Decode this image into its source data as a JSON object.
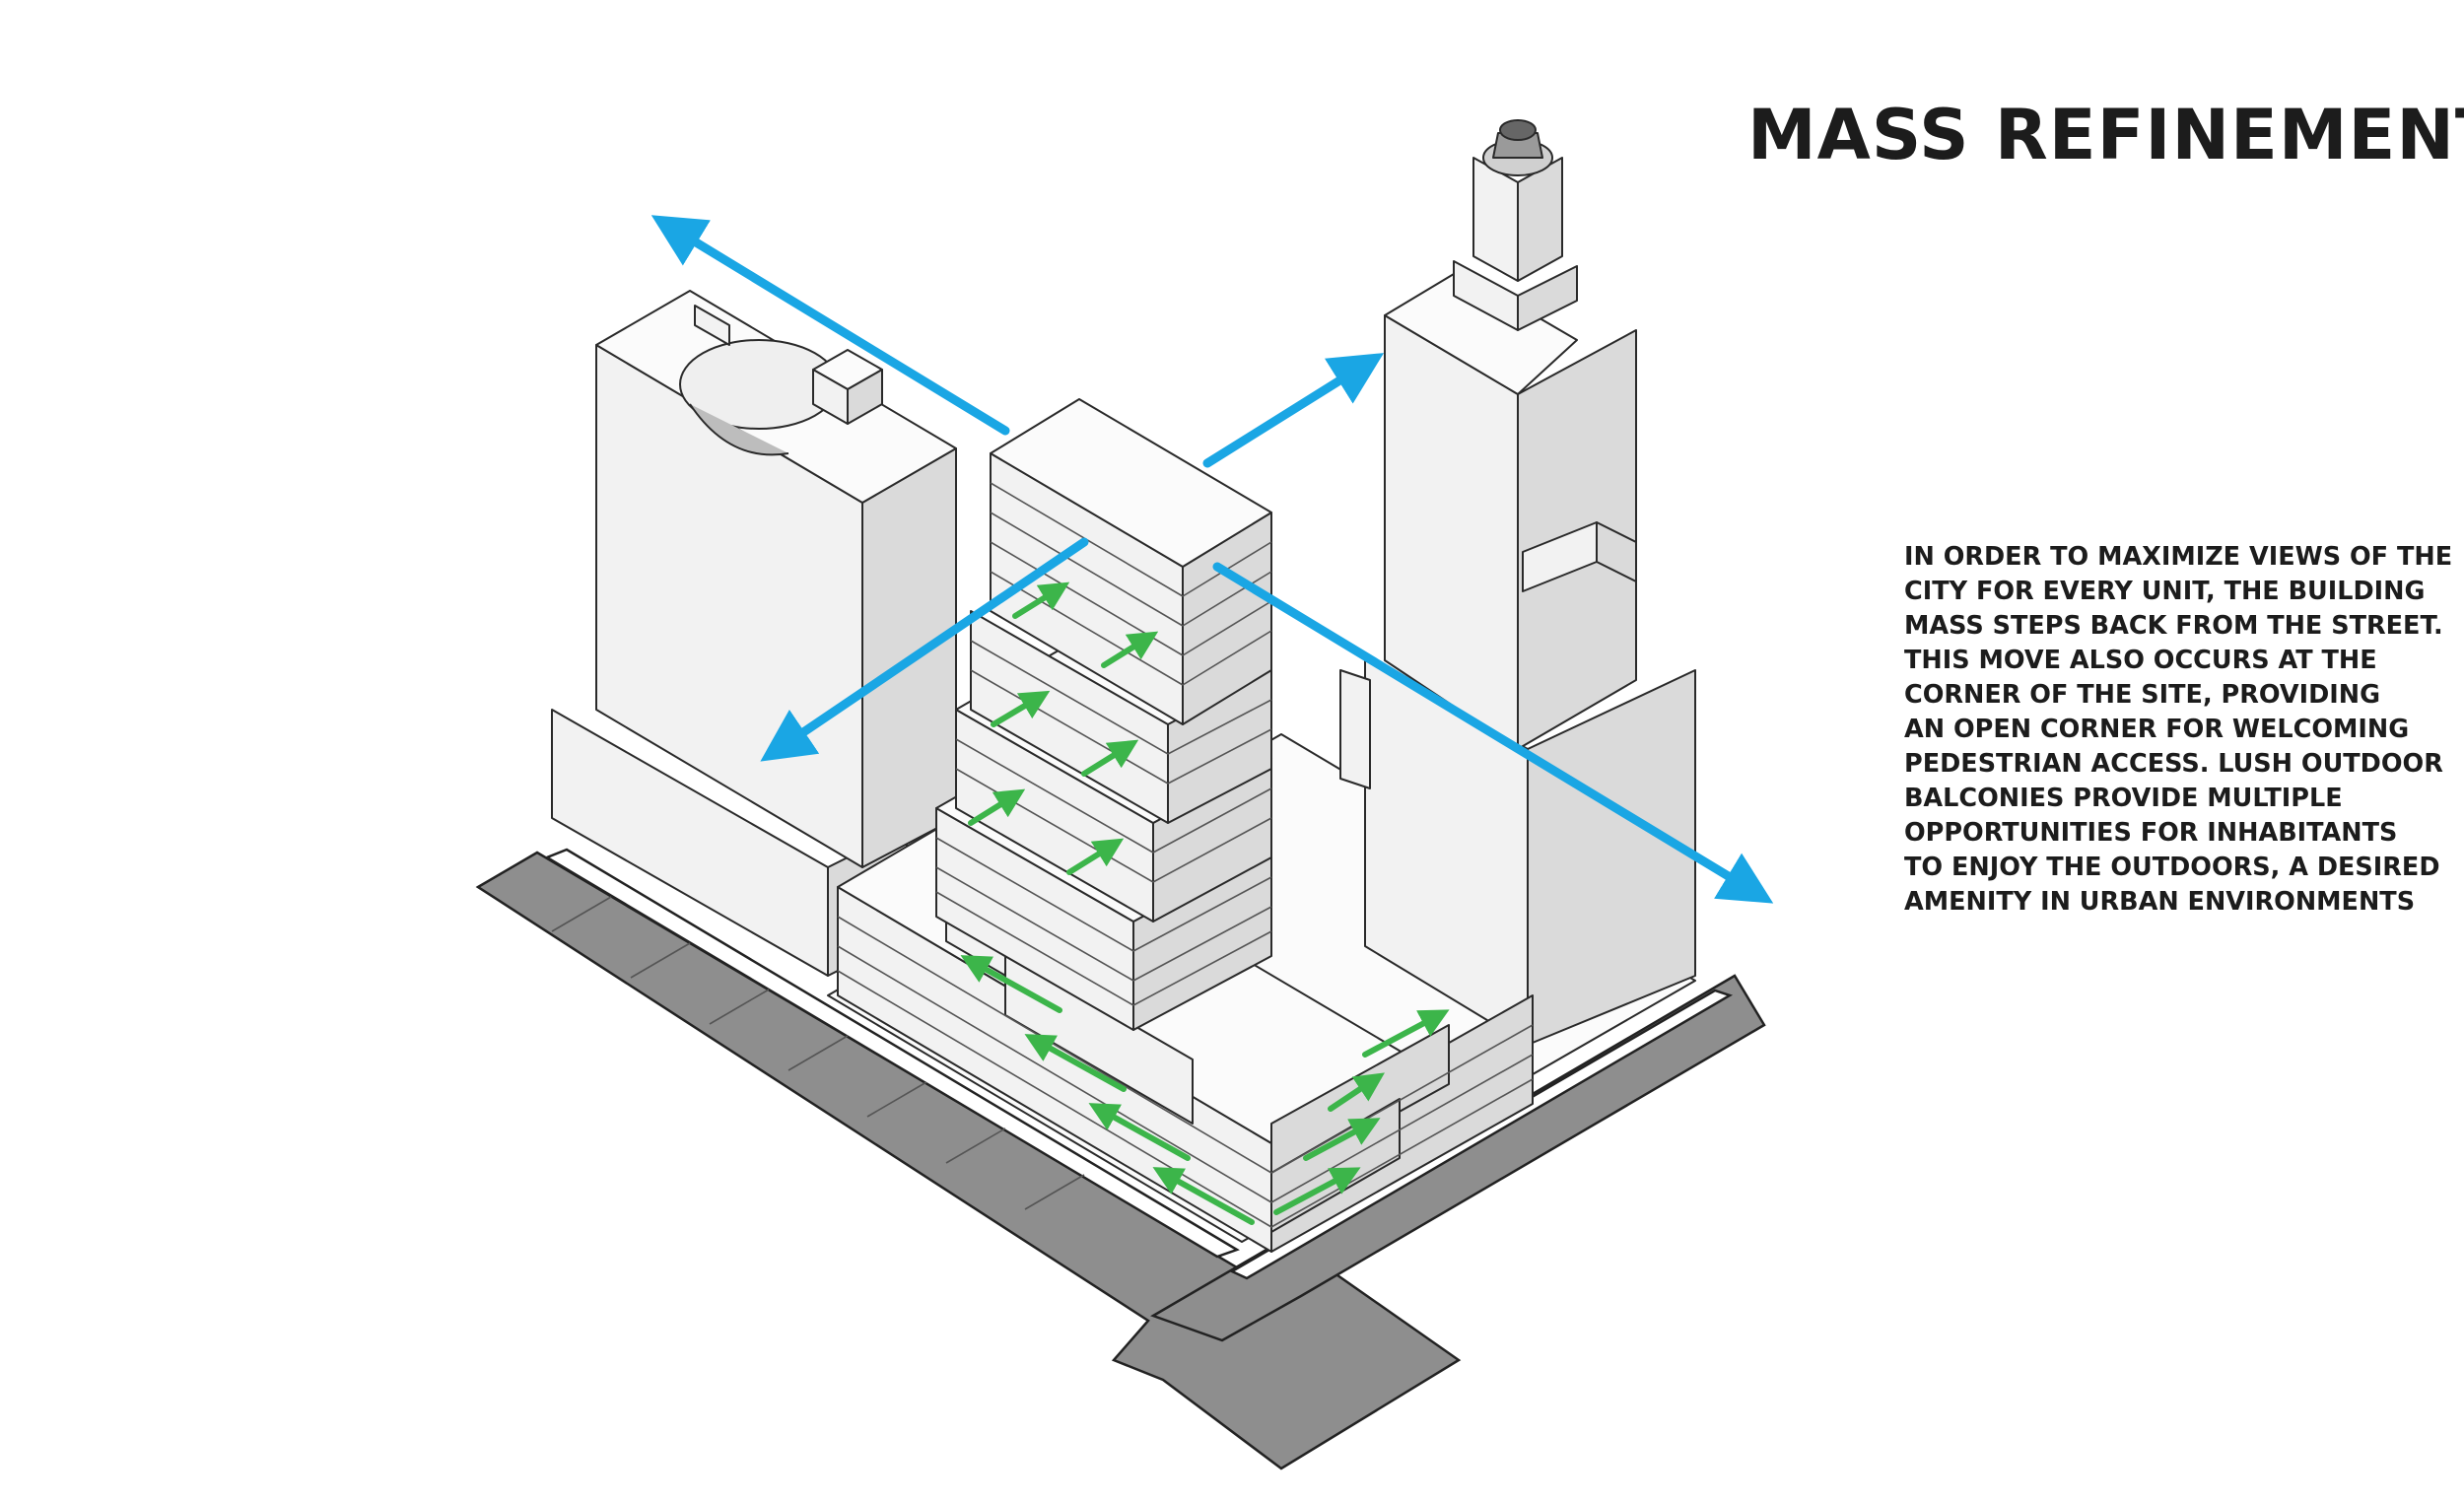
{
  "title": "MASS REFINEMENT",
  "description_lines": [
    "IN ORDER TO MAXIMIZE VIEWS OF THE",
    "CITY FOR EVERY UNIT, THE BUILDING",
    "MASS STEPS BACK FROM THE STREET.",
    "THIS MOVE ALSO OCCURS AT THE",
    "CORNER OF THE SITE, PROVIDING",
    "AN OPEN CORNER FOR WELCOMING",
    "PEDESTRIAN ACCESS. LUSH OUTDOOR",
    "BALCONIES PROVIDE MULTIPLE",
    "OPPORTUNITIES FOR INHABITANTS",
    "TO ENJOY THE OUTDOORS, A DESIRED",
    "AMENITY IN URBAN ENVIRONMENTS"
  ],
  "colors": {
    "view_arrow": "#1aa6e4",
    "balcony_arrow": "#3cb54a",
    "street": "#8e8e8e",
    "building_light": "#f2f2f2",
    "building_shade": "#dadada"
  }
}
